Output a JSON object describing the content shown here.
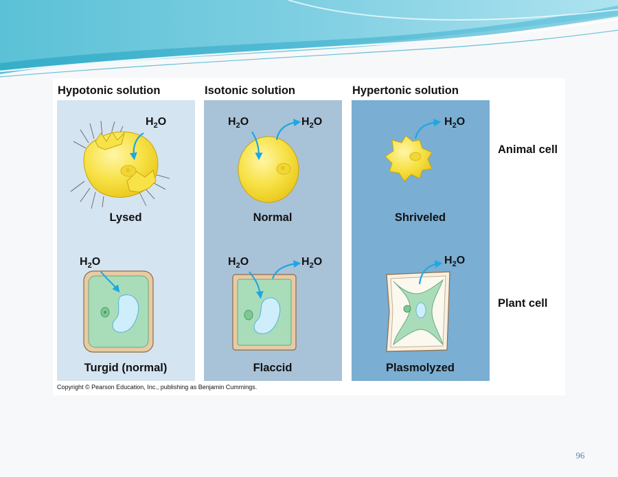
{
  "colors": {
    "hypotonic_bg": "#d4e4f1",
    "isotonic_bg": "#a8c2d8",
    "hypertonic_bg": "#7aaed3",
    "cytoplasm": "#f5df3a",
    "arrow": "#1ea7e1",
    "cell_wall": "#e8caa4",
    "vacuole": "#cfeefb",
    "plant_cytoplasm": "#a9ddb9"
  },
  "columns": [
    {
      "heading": "Hypotonic solution"
    },
    {
      "heading": "Isotonic solution"
    },
    {
      "heading": "Hypertonic solution"
    }
  ],
  "rows": {
    "animal": "Animal cell",
    "plant": "Plant cell"
  },
  "captions": {
    "lysed": "Lysed",
    "normal": "Normal",
    "shriveled": "Shriveled",
    "turgid": "Turgid (normal)",
    "flaccid": "Flaccid",
    "plasmolyzed": "Plasmolyzed"
  },
  "water": {
    "symbol": "H",
    "subscript": "2",
    "suffix": "O"
  },
  "copyright": "Copyright © Pearson Education, Inc., publishing as Benjamin Cummings.",
  "page_number": "96"
}
